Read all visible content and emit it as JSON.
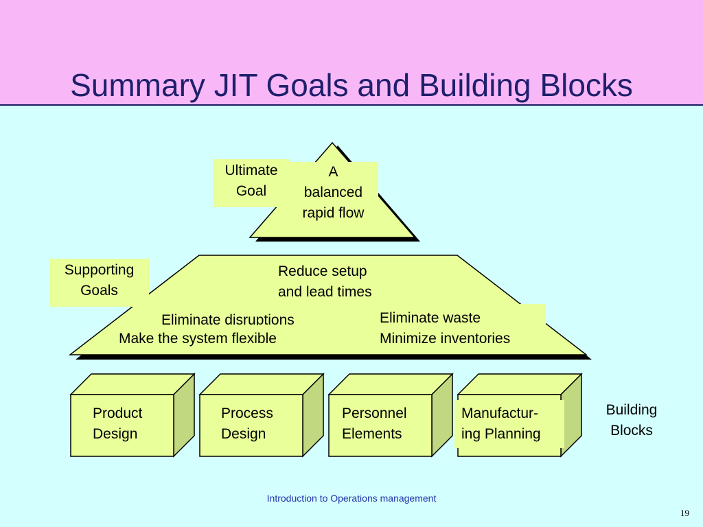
{
  "slide": {
    "title": "Summary JIT Goals and Building Blocks",
    "footer": "Introduction to Operations management",
    "page_number": "19"
  },
  "ultimate": {
    "label_line1": "Ultimate",
    "label_line2": "Goal",
    "goal_line1": "A",
    "goal_line2": "balanced",
    "goal_line3": "rapid flow"
  },
  "supporting": {
    "label_line1": "Supporting",
    "label_line2": "Goals",
    "reduce_line1": "Reduce setup",
    "reduce_line2": "and lead times",
    "disruptions": "Eliminate disruptions",
    "flexible": "Make the system flexible",
    "waste": "Eliminate waste",
    "inventories": "Minimize inventories"
  },
  "blocks": {
    "label_line1": "Building",
    "label_line2": "Blocks",
    "items": [
      {
        "line1": "Product",
        "line2": "Design"
      },
      {
        "line1": "Process",
        "line2": "Design"
      },
      {
        "line1": "Personnel",
        "line2": "Elements"
      },
      {
        "line1": "Manufactur-",
        "line2": "ing Planning"
      }
    ]
  },
  "colors": {
    "header": "#f8b8f8",
    "background": "#d4ffff",
    "shape_fill": "#e8ff9a",
    "cube_side": "#c0d880",
    "title": "#1f1f6b"
  }
}
